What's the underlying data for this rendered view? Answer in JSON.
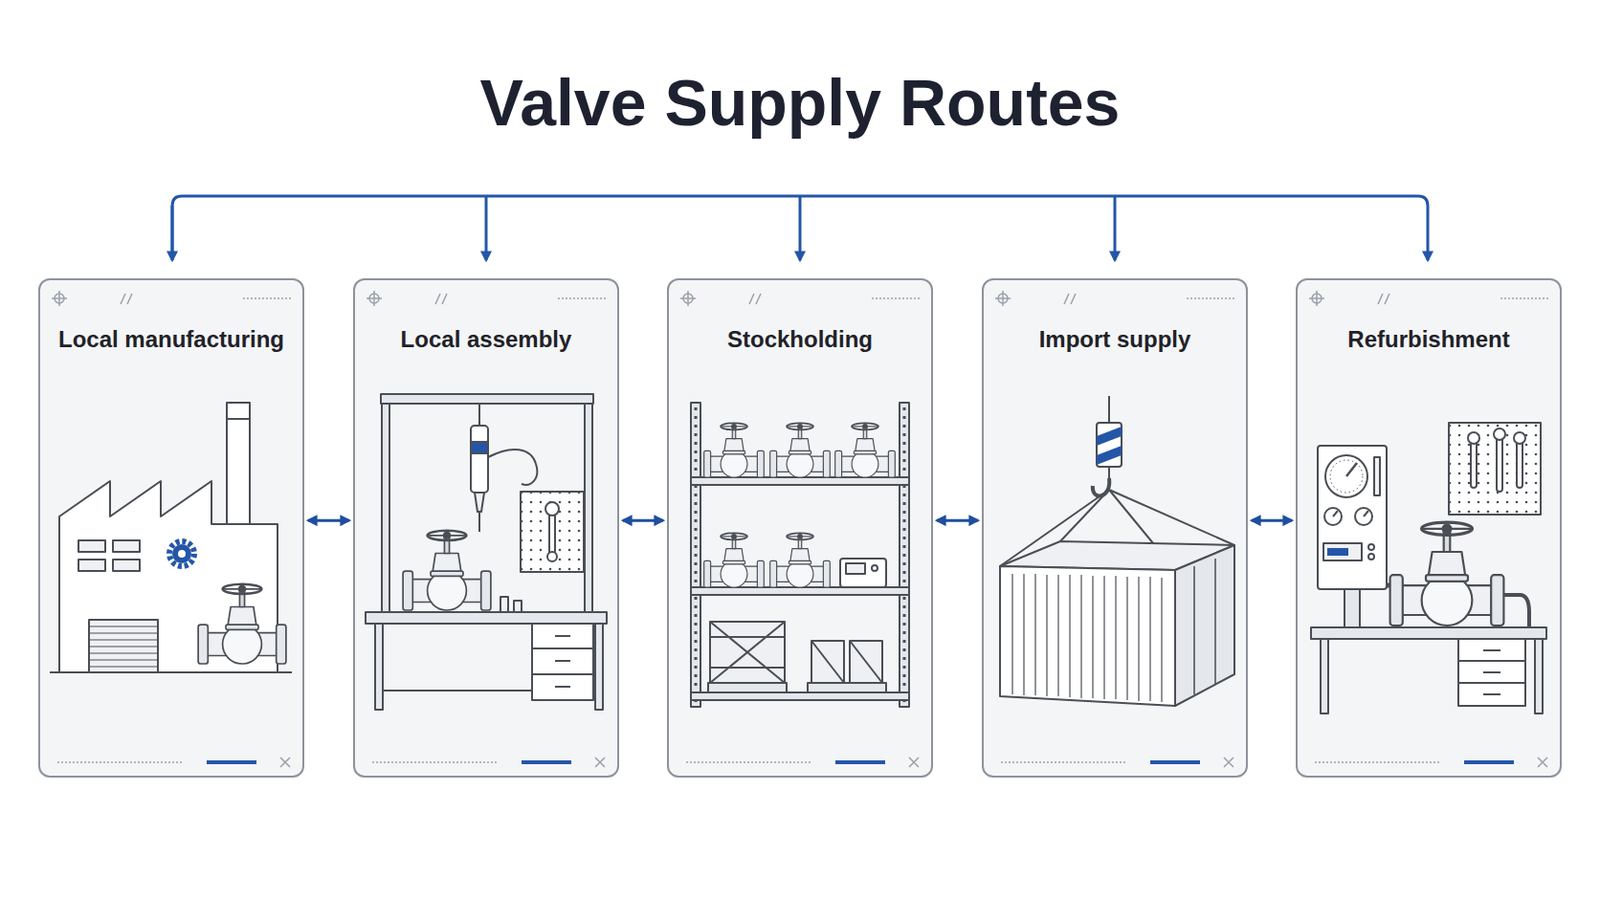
{
  "diagram": {
    "title": "Valve Supply Routes",
    "nodes": [
      {
        "text": [
          "Local manufacturing"
        ]
      },
      {
        "text": [
          "Local assembly"
        ]
      },
      {
        "text": [
          "Stockholding"
        ]
      },
      {
        "text": [
          "Import supply"
        ]
      },
      {
        "text": [
          "Refurbishment"
        ]
      }
    ],
    "edges": [
      {
        "from": 0,
        "to": 1,
        "arrow": "both"
      },
      {
        "from": 1,
        "to": 2,
        "arrow": "both"
      },
      {
        "from": 2,
        "to": 3,
        "arrow": "both"
      },
      {
        "from": 3,
        "to": 4,
        "arrow": "both"
      }
    ]
  }
}
